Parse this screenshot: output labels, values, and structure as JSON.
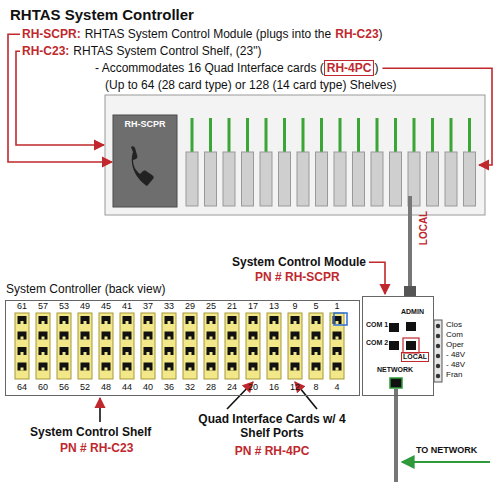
{
  "diagram": {
    "nodes": [
      {
        "text": [
          "RH-SCPR"
        ]
      },
      {
        "text": [
          "System Controller (back view)"
        ]
      },
      {
        "text": [
          "COM 1",
          "COM 2",
          "ADMIN",
          "LOCAL",
          "NETWORK"
        ]
      }
    ],
    "labels": [
      "RHTAS System Controller",
      "RH-SCPR:",
      "RHTAS System Control Module (plugs into the",
      "RH-C23",
      ")",
      "RH-C23:",
      "RHTAS System Control Shelf, (23\")",
      "- Accommodates 16 Quad Interface cards (",
      "RH-4PC",
      ")",
      "(Up to 64 (28 card type) or 128 (14 card type) Shelves)",
      "61",
      "57",
      "53",
      "49",
      "45",
      "41",
      "37",
      "33",
      "29",
      "25",
      "21",
      "17",
      "13",
      "9",
      "5",
      "1",
      "64",
      "60",
      "56",
      "52",
      "48",
      "44",
      "40",
      "36",
      "32",
      "28",
      "24",
      "20",
      "16",
      "12",
      "8",
      "4",
      "System Control Module",
      "PN # RH-SCPR",
      "LOCAL",
      "TO NETWORK",
      "System Control Shelf",
      "PN # RH-C23",
      "Quad Interface Cards w/ 4 Shelf Ports",
      "PN # RH-4PC",
      "Clos",
      "Com",
      "Oper",
      "- 48V",
      "- 48V",
      "Fran"
    ]
  }
}
